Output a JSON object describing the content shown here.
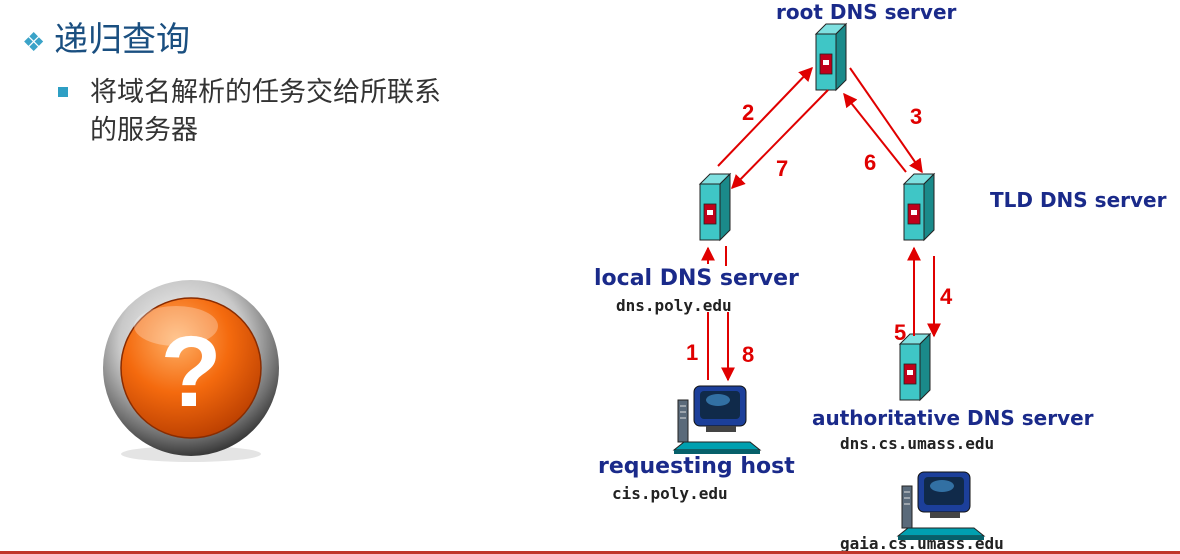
{
  "heading": {
    "text": "递归查询"
  },
  "bullet": {
    "line1": "将域名解析的任务交给所联系",
    "line2": "的服务器"
  },
  "diagram": {
    "root": "root DNS server",
    "tld": "TLD DNS server",
    "local": "local DNS server",
    "local_host": "dns.poly.edu",
    "auth": "authoritative DNS server",
    "auth_host": "dns.cs.umass.edu",
    "req": "requesting host",
    "req_host": "cis.poly.edu",
    "gaia": "gaia.cs.umass.edu",
    "steps": [
      "1",
      "2",
      "3",
      "4",
      "5",
      "6",
      "7",
      "8"
    ]
  }
}
